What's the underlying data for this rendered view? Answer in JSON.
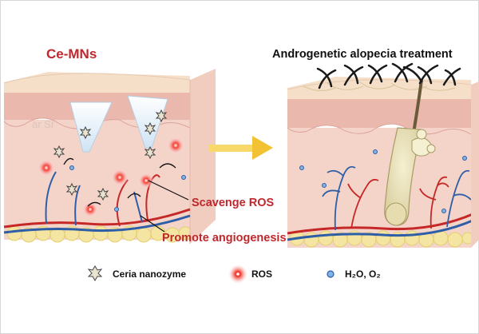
{
  "titles": {
    "left": "Ce-MNs",
    "right": "Androgenetic alopecia treatment"
  },
  "callouts": {
    "scavenge": "Scavenge ROS",
    "angiogenesis": "Promote angiogenesis"
  },
  "legend": {
    "ceria": "Ceria nanozyme",
    "ros": "ROS",
    "water_oxygen": "H₂O, O₂"
  },
  "watermark": "ar Sr",
  "colors": {
    "skin_top": "#f6dfc8",
    "skin_side": "#f4d4c9",
    "epidermis": "#eab8ad",
    "fat": "#f4e6a2",
    "artery": "#c62828",
    "vein": "#2f5ea8",
    "ros": "#e53935",
    "arrow": "#f2c233",
    "text_red": "#c0272d"
  },
  "icons": [
    "ceria-nanozyme-icon",
    "ros-icon",
    "h2o-o2-icon",
    "transition-arrow-icon",
    "hair-follicle-icon",
    "microneedle-icon"
  ]
}
